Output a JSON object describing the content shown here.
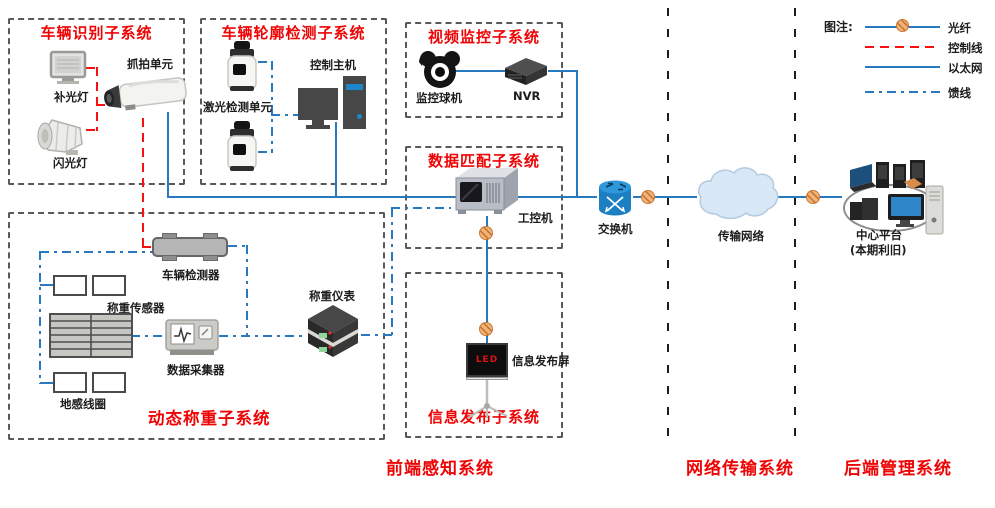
{
  "legend": {
    "title": "图注:",
    "fiber": "光纤",
    "control": "控制线",
    "ethernet": "以太网",
    "feeder": "馈线"
  },
  "boxes": {
    "vehicle_id": {
      "title": "车辆识别子系统"
    },
    "contour": {
      "title": "车辆轮廓检测子系统"
    },
    "video": {
      "title": "视频监控子系统"
    },
    "match": {
      "title": "数据匹配子系统"
    },
    "publish": {
      "title": "信息发布子系统"
    },
    "weigh": {
      "title": "动态称重子系统"
    }
  },
  "devices": {
    "fill_light": "补光灯",
    "capture_unit": "抓拍单元",
    "flash_light": "闪光灯",
    "laser_unit": "激光检测单元",
    "control_host": "控制主机",
    "dome_camera": "监控球机",
    "nvr": "NVR",
    "ipc": "工控机",
    "switch": "交换机",
    "cloud": "传输网络",
    "platform_line1": "中心平台",
    "platform_line2": "(本期利旧)",
    "vehicle_detector": "车辆检测器",
    "weigh_sensor": "称重传感器",
    "data_collector": "数据采集器",
    "weigh_indicator": "称重仪表",
    "ground_loop": "地感线圈",
    "info_screen": "信息发布屏",
    "led_text": "LED"
  },
  "sections": {
    "front": "前端感知系统",
    "network": "网络传输系统",
    "backend": "后端管理系统"
  },
  "colors": {
    "accent_red": "#ee0405",
    "ethernet_blue": "#2879c0",
    "splice_orange": "#f3b37d",
    "switch_blue": "#1b7fc2",
    "cloud_fill": "#d8e8f7"
  }
}
